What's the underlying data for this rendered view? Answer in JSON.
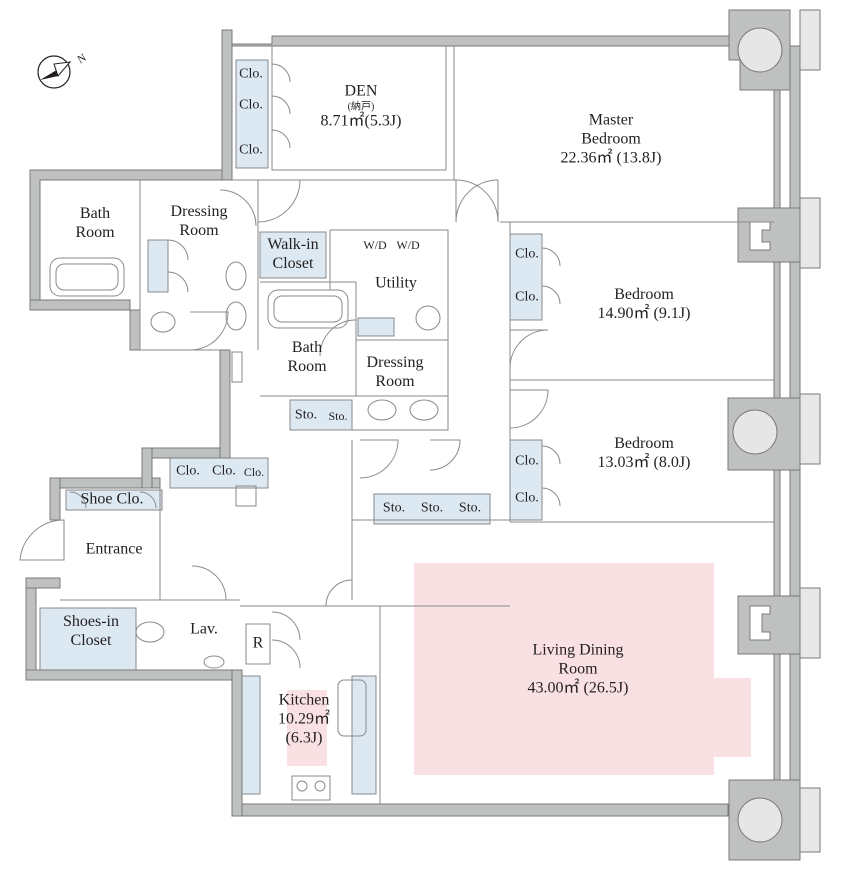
{
  "rooms": {
    "den": {
      "name": "DEN",
      "sub": "(納戸)",
      "area": "8.71㎡(5.3J)"
    },
    "master": {
      "line1": "Master",
      "line2": "Bedroom",
      "area": "22.36㎡ (13.8J)"
    },
    "bath1": {
      "line1": "Bath",
      "line2": "Room"
    },
    "dressing1": {
      "line1": "Dressing",
      "line2": "Room"
    },
    "walkin": {
      "line1": "Walk-in",
      "line2": "Closet"
    },
    "wd1": "W/D",
    "wd2": "W/D",
    "utility": "Utility",
    "bedroom1": {
      "name": "Bedroom",
      "area": "14.90㎡ (9.1J)"
    },
    "bath2": {
      "line1": "Bath",
      "line2": "Room"
    },
    "dressing2": {
      "line1": "Dressing",
      "line2": "Room"
    },
    "bedroom2": {
      "name": "Bedroom",
      "area": "13.03㎡ (8.0J)"
    },
    "entrance": "Entrance",
    "shoe_clo": "Shoe Clo.",
    "shoes_in": {
      "line1": "Shoes-in",
      "line2": "Closet"
    },
    "lav": "Lav.",
    "fridge": "R",
    "kitchen": {
      "name": "Kitchen",
      "area": "10.29㎡",
      "j": "(6.3J)"
    },
    "ldr": {
      "line1": "Living Dining",
      "line2": "Room",
      "area": "43.00㎡ (26.5J)"
    }
  },
  "closets": {
    "den_clo1": "Clo.",
    "den_clo2": "Clo.",
    "den_clo3": "Clo.",
    "bed1_clo1": "Clo.",
    "bed1_clo2": "Clo.",
    "bed2_clo1": "Clo.",
    "bed2_clo2": "Clo.",
    "hall_clo1": "Clo.",
    "hall_clo2": "Clo.",
    "hall_clo3": "Clo.",
    "sto1": "Sto.",
    "sto2": "Sto.",
    "sto3": "Sto.",
    "sto4": "Sto.",
    "sto5": "Sto."
  },
  "compass": {
    "label": "N",
    "icon": "north-arrow-icon"
  },
  "colors": {
    "living_highlight": "#f9e0e2",
    "closet_fill": "#dce8f2",
    "wall_fill": "#bfc0c0"
  }
}
